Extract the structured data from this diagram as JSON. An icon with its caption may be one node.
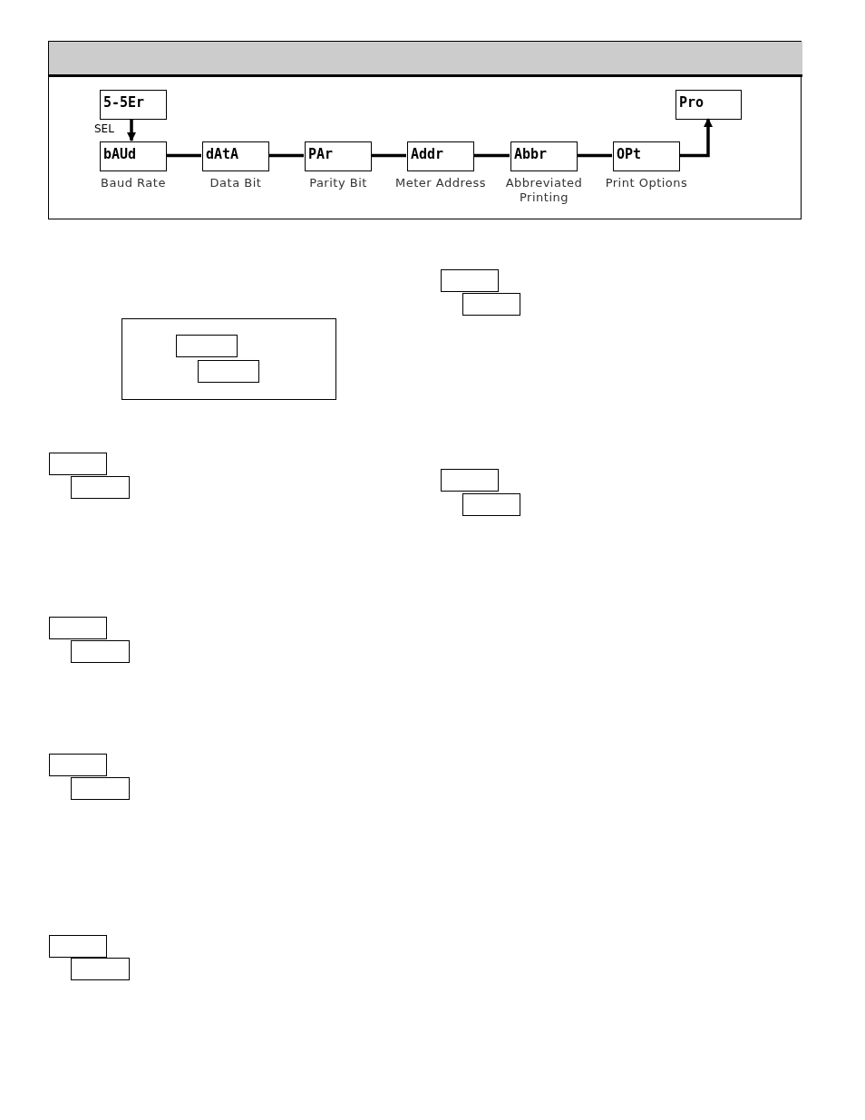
{
  "diagram": {
    "nodes": [
      {
        "text": [],
        "shape": "box"
      },
      {
        "text": [],
        "shape": "bar",
        "in": 0
      },
      {
        "text": [
          "5-5Er"
        ],
        "in": 0
      },
      {
        "text": [
          "bAUd"
        ],
        "beside": [
          "Baud Rate"
        ],
        "in": 0
      },
      {
        "text": [
          "dAtA"
        ],
        "beside": [
          "Data Bit"
        ],
        "in": 0
      },
      {
        "text": [
          "PAr"
        ],
        "beside": [
          "Parity Bit"
        ],
        "in": 0
      },
      {
        "text": [
          "Addr"
        ],
        "beside": [
          "Meter Address"
        ],
        "in": 0
      },
      {
        "text": [
          "Abbr"
        ],
        "beside": [
          "Abbreviated Printing"
        ],
        "in": 0
      },
      {
        "text": [
          "OPt"
        ],
        "beside": [
          "Print Options"
        ],
        "in": 0
      },
      {
        "text": [
          "Pro"
        ],
        "in": 0
      },
      {
        "text": [],
        "shape": "box"
      },
      {
        "text": [],
        "shape": "box",
        "in": 10
      },
      {
        "text": [],
        "shape": "box",
        "in": 10
      },
      {
        "text": [],
        "shape": "box"
      },
      {
        "text": [],
        "shape": "box"
      },
      {
        "text": [],
        "shape": "box"
      },
      {
        "text": [],
        "shape": "box"
      },
      {
        "text": [],
        "shape": "box"
      },
      {
        "text": [],
        "shape": "box"
      },
      {
        "text": [],
        "shape": "box"
      },
      {
        "text": [],
        "shape": "box"
      },
      {
        "text": [],
        "shape": "box"
      },
      {
        "text": [],
        "shape": "box"
      },
      {
        "text": [],
        "shape": "box"
      },
      {
        "text": [],
        "shape": "box"
      }
    ],
    "edges": [
      {
        "from": 2,
        "to": 3,
        "arrow": "to",
        "label": "SEL"
      },
      {
        "from": 3,
        "to": 4,
        "arrow": "none"
      },
      {
        "from": 4,
        "to": 5,
        "arrow": "none"
      },
      {
        "from": 5,
        "to": 6,
        "arrow": "none"
      },
      {
        "from": 6,
        "to": 7,
        "arrow": "none"
      },
      {
        "from": 7,
        "to": 8,
        "arrow": "none"
      },
      {
        "from": 8,
        "to": 9,
        "arrow": "to"
      }
    ]
  }
}
